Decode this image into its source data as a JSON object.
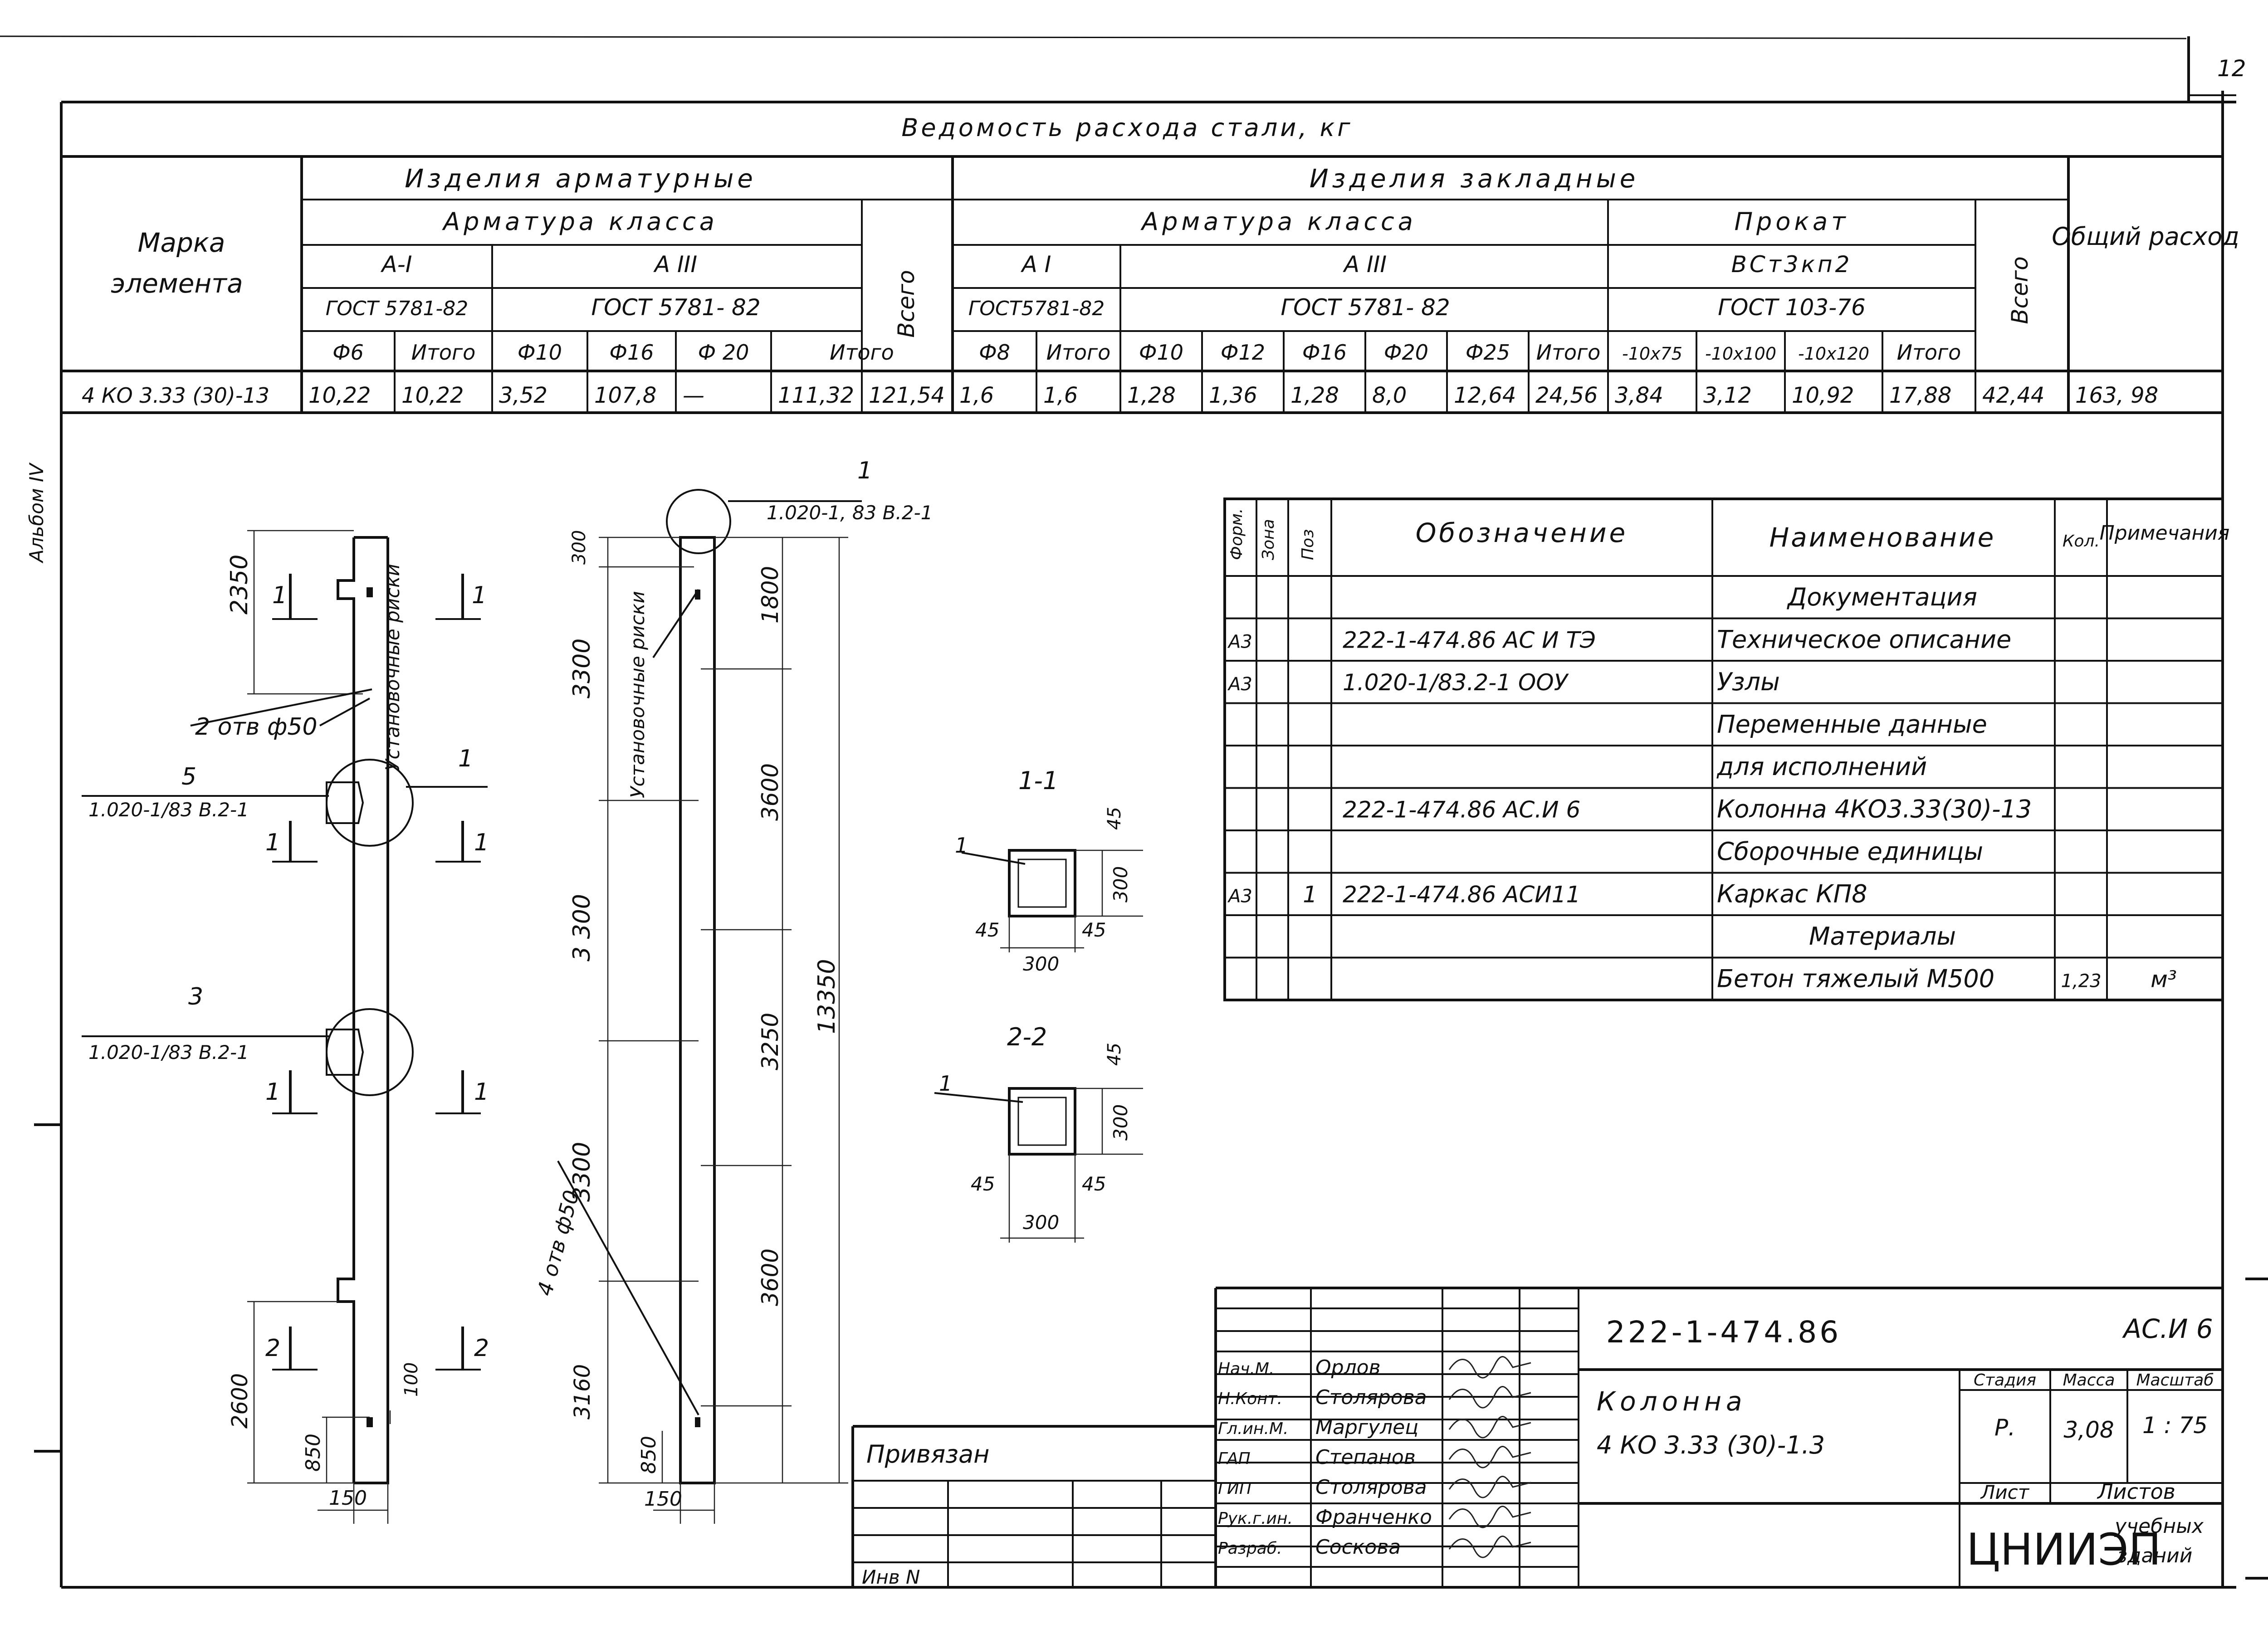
{
  "sheet_number": "12",
  "side_label": "Альбом IV",
  "steel_table": {
    "title": "Ведомость расхода стали, кг",
    "h_marka": "Марка",
    "h_element": "элемента",
    "h_armaturnye": "Изделия арматурные",
    "h_zakladnye": "Изделия закладные",
    "h_armatura_klassa_1": "Арматура класса",
    "h_armatura_klassa_2": "Арматура класса",
    "h_prokat": "Прокат",
    "h_A1_1": "А-I",
    "h_A3_1": "А III",
    "h_A1_2": "А I",
    "h_A3_2": "А III",
    "h_vst": "ВСт3кп2",
    "h_gost_5781_a": "ГОСТ 5781-82",
    "h_gost_5781_b": "ГОСТ 5781- 82",
    "h_gost_5781_c": "ГОСТ5781-82",
    "h_gost_5781_d": "ГОСТ 5781- 82",
    "h_gost_103": "ГОСТ 103-76",
    "h_vsego_1": "Всего",
    "h_vsego_2": "Всего",
    "h_obshchiy": "Общий расход",
    "cols": [
      "Ф6",
      "Итого",
      "Ф10",
      "Ф16",
      "Ф 20",
      "Итого",
      "Ф8",
      "Итого",
      "Ф10",
      "Ф12",
      "Ф16",
      "Ф20",
      "Ф25",
      "Итого",
      "-10х75",
      "-10х100",
      "-10х120",
      "Итого"
    ],
    "row": [
      "4 КО 3.33 (30)-13",
      "10,22",
      "10,22",
      "3,52",
      "107,8",
      "—",
      "111,32",
      "121,54",
      "1,6",
      "1,6",
      "1,28",
      "1,36",
      "1,28",
      "8,0",
      "12,64",
      "24,56",
      "3,84",
      "3,12",
      "10,92",
      "17,88",
      "42,44",
      "163, 98"
    ]
  },
  "spec_table": {
    "h_format": "Форм.",
    "h_zona": "Зона",
    "h_poz": "Поз",
    "h_oboznachenie": "Обозначение",
    "h_naimenovanie": "Наименование",
    "h_kol": "Кол.",
    "h_primech": "Примечания",
    "rows": [
      {
        "f": "",
        "z": "",
        "p": "",
        "o": "",
        "n": "Документация",
        "k": "",
        "pr": ""
      },
      {
        "f": "А3",
        "z": "",
        "p": "",
        "o": "222-1-474.86 АС И ТЭ",
        "n": "Техническое описание",
        "k": "",
        "pr": ""
      },
      {
        "f": "А3",
        "z": "",
        "p": "",
        "o": "1.020-1/83.2-1 ООУ",
        "n": "Узлы",
        "k": "",
        "pr": ""
      },
      {
        "f": "",
        "z": "",
        "p": "",
        "o": "",
        "n": "Переменные данные",
        "k": "",
        "pr": ""
      },
      {
        "f": "",
        "z": "",
        "p": "",
        "o": "",
        "n": "для исполнений",
        "k": "",
        "pr": ""
      },
      {
        "f": "",
        "z": "",
        "p": "",
        "o": "222-1-474.86 АС.И 6",
        "n": "Колонна 4КО3.33(30)-13",
        "k": "",
        "pr": ""
      },
      {
        "f": "",
        "z": "",
        "p": "",
        "o": "",
        "n": "Сборочные единицы",
        "k": "",
        "pr": ""
      },
      {
        "f": "А3",
        "z": "",
        "p": "1",
        "o": "222-1-474.86 АСИ11",
        "n": "Каркас КП8",
        "k": "",
        "pr": ""
      },
      {
        "f": "",
        "z": "",
        "p": "",
        "o": "",
        "n": "Материалы",
        "k": "",
        "pr": ""
      },
      {
        "f": "",
        "z": "",
        "p": "",
        "o": "",
        "n": "Бетон тяжелый М500",
        "k": "1,23",
        "pr": "м³"
      }
    ]
  },
  "drawing": {
    "dim_2350": "2350",
    "dim_2600": "2600",
    "dim_850a": "850",
    "dim_150a": "150",
    "dim_100": "100",
    "dim_300": "300",
    "dim_3300a": "3300",
    "dim_3300b": "3 300",
    "dim_3300c": "3300",
    "dim_3160": "3160",
    "dim_850b": "850",
    "dim_150b": "150",
    "dim_1800": "1800",
    "dim_3600a": "3600",
    "dim_3250": "3250",
    "dim_3600b": "3600",
    "dim_13350": "13350",
    "lbl_otv2": "2 отв ф50",
    "lbl_otv4": "4 отв ф50",
    "lbl_riski1": "Установочные риски",
    "lbl_riski2": "Установочные риски",
    "lbl_1020_5": "1.020-1/83 В.2-1",
    "lbl_1020_3": "1.020-1/83 В.2-1",
    "lbl_1020_1": "1.020-1, 83 В.2-1",
    "n5": "5",
    "n3": "3",
    "n1a": "1",
    "n1b": "1",
    "cut1": "1",
    "cut2": "2",
    "sec11": "1-1",
    "sec22": "2-2",
    "s45": "45",
    "s300": "300"
  },
  "title_block": {
    "doc_code": "222-1-474.86",
    "sheet_code": "АС.И 6",
    "object_1": "Колонна",
    "object_2": "4 КО 3.33 (30)-1.3",
    "h_stadiya": "Стадия",
    "h_massa": "Масса",
    "h_masshtab": "Масштаб",
    "stadiya": "Р.",
    "massa": "3,08",
    "masshtab": "1 : 75",
    "h_list": "Лист",
    "h_listov": "Листов",
    "org": "ЦНИИЭП",
    "org_sub": "учебных зданий",
    "privyazan": "Привязан",
    "inv": "Инв N",
    "people": [
      {
        "role": "Нач.М.",
        "name": "Орлов"
      },
      {
        "role": "Н.Конт.",
        "name": "Столярова"
      },
      {
        "role": "Гл.ин.М.",
        "name": "Маргулец"
      },
      {
        "role": "ГАП",
        "name": "Степанов"
      },
      {
        "role": "ГИП",
        "name": "Столярова"
      },
      {
        "role": "Рук.г.ин.",
        "name": "Франченко"
      },
      {
        "role": "Разраб.",
        "name": "Соскова"
      }
    ]
  }
}
